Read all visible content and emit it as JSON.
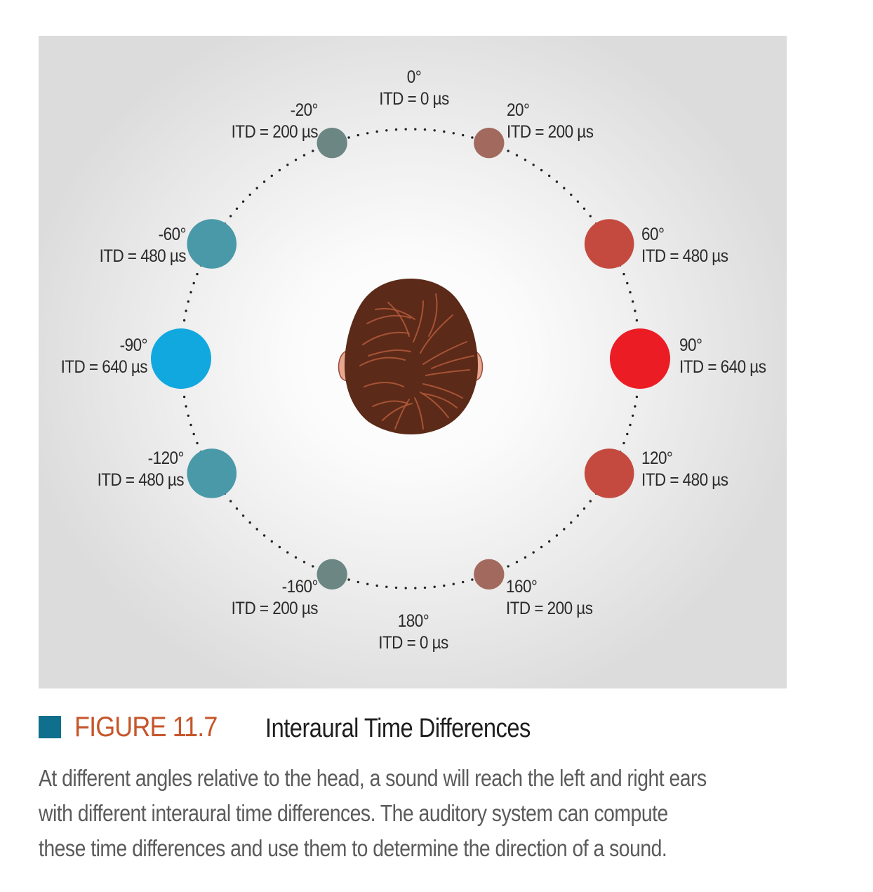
{
  "colors": {
    "left_strong": "#10a8df",
    "left_medium": "#4999a8",
    "left_weak": "#6b8683",
    "right_strong": "#ec1c24",
    "right_medium": "#c44a3f",
    "right_weak": "#a26a5e",
    "dots": "#222222",
    "caption_square": "#0f6f8c",
    "figure_number": "#c6552a",
    "hair": "#5c2a18",
    "skin": "#e8a78f"
  },
  "head": {
    "icon": "head-top-view-icon"
  },
  "sources": [
    {
      "angle": 0,
      "angle_label": "0°",
      "itd_us": 0,
      "itd_label": "ITD = 0 µs",
      "marker": "none"
    },
    {
      "angle": 20,
      "angle_label": "20°",
      "itd_us": 200,
      "itd_label": "ITD = 200 µs",
      "marker": "right_weak"
    },
    {
      "angle": 60,
      "angle_label": "60°",
      "itd_us": 480,
      "itd_label": "ITD = 480 µs",
      "marker": "right_medium"
    },
    {
      "angle": 90,
      "angle_label": "90°",
      "itd_us": 640,
      "itd_label": "ITD = 640 µs",
      "marker": "right_strong"
    },
    {
      "angle": 120,
      "angle_label": "120°",
      "itd_us": 480,
      "itd_label": "ITD = 480 µs",
      "marker": "right_medium"
    },
    {
      "angle": 160,
      "angle_label": "160°",
      "itd_us": 200,
      "itd_label": "ITD = 200 µs",
      "marker": "right_weak"
    },
    {
      "angle": 180,
      "angle_label": "180°",
      "itd_us": 0,
      "itd_label": "ITD = 0 µs",
      "marker": "none"
    },
    {
      "angle": -160,
      "angle_label": "-160°",
      "itd_us": 200,
      "itd_label": "ITD = 200 µs",
      "marker": "left_weak"
    },
    {
      "angle": -120,
      "angle_label": "-120°",
      "itd_us": 480,
      "itd_label": "ITD = 480 µs",
      "marker": "left_medium"
    },
    {
      "angle": -90,
      "angle_label": "-90°",
      "itd_us": 640,
      "itd_label": "ITD = 640 µs",
      "marker": "left_strong"
    },
    {
      "angle": -60,
      "angle_label": "-60°",
      "itd_us": 480,
      "itd_label": "ITD = 480 µs",
      "marker": "left_medium"
    },
    {
      "angle": -20,
      "angle_label": "-20°",
      "itd_us": 200,
      "itd_label": "ITD = 200 µs",
      "marker": "left_weak"
    }
  ],
  "caption": {
    "figure_number": "FIGURE 11.7",
    "title": "Interaural Time Differences",
    "body_lines": [
      "At different angles relative to the head, a sound will reach the left and right ears",
      "with different interaural time differences. The auditory system can compute",
      "these time differences and use them to determine the direction of a sound."
    ]
  }
}
